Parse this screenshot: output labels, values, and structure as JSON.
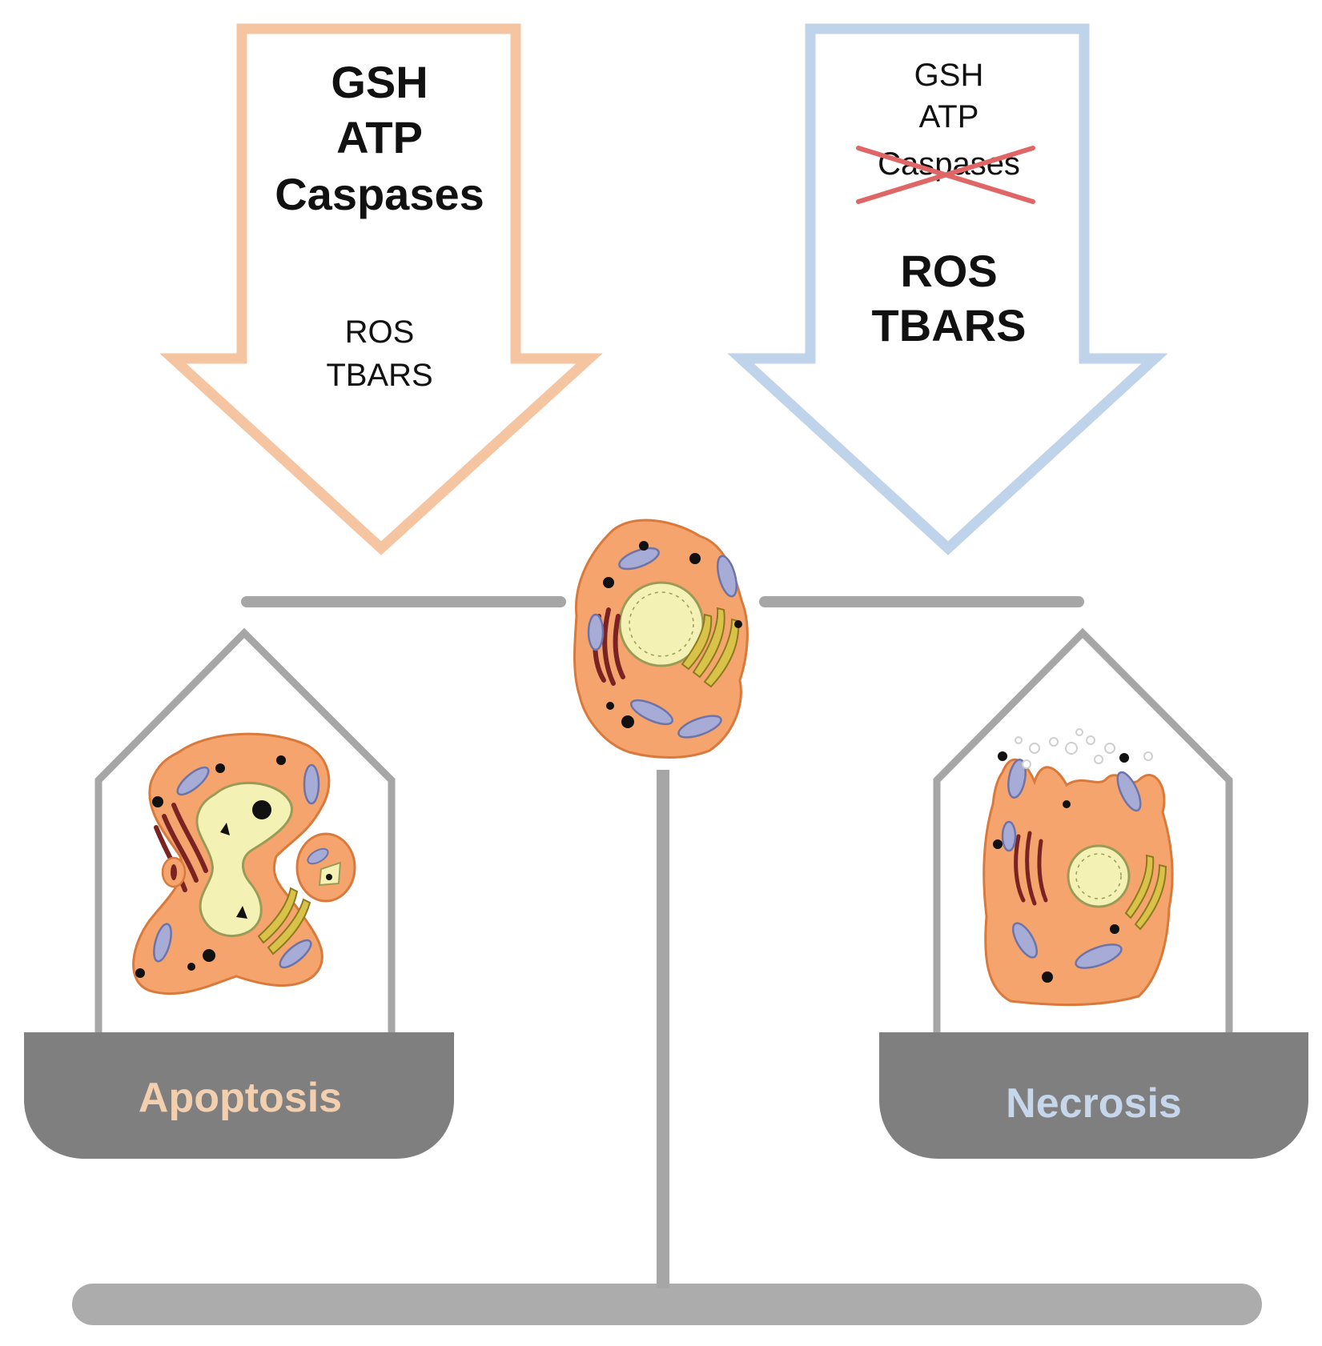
{
  "left_arrow": {
    "color": "#f5c4a1",
    "high_labels": [
      "GSH",
      "ATP",
      "Caspases"
    ],
    "low_labels": [
      "ROS",
      "TBARS"
    ]
  },
  "right_arrow": {
    "color": "#bfd3ea",
    "low_labels": [
      "GSH",
      "ATP"
    ],
    "crossed_label": "Caspases",
    "cross_color": "#e06666",
    "high_labels": [
      "ROS",
      "TBARS"
    ]
  },
  "left_pan": {
    "label": "Apoptosis",
    "label_color": "#f2cfae",
    "pan_color": "#7f7f7f"
  },
  "right_pan": {
    "label": "Necrosis",
    "label_color": "#c6d7ec",
    "pan_color": "#7f7f7f"
  },
  "scale": {
    "beam_color": "#a6a6a6",
    "stand_color": "#a6a6a6",
    "base_color": "#acacac"
  },
  "cells": {
    "cytoplasm": "#f4a46c",
    "outline": "#d97a3c",
    "nucleus_fill": "#f3f1b4",
    "nucleus_line": "#9b9b58",
    "mito_fill": "#a7acd6",
    "mito_line": "#6e73a8",
    "er_color": "#7b2323",
    "golgi_fill": "#d9c24a",
    "golgi_line": "#8e7a1e",
    "dot_color": "#111111"
  }
}
